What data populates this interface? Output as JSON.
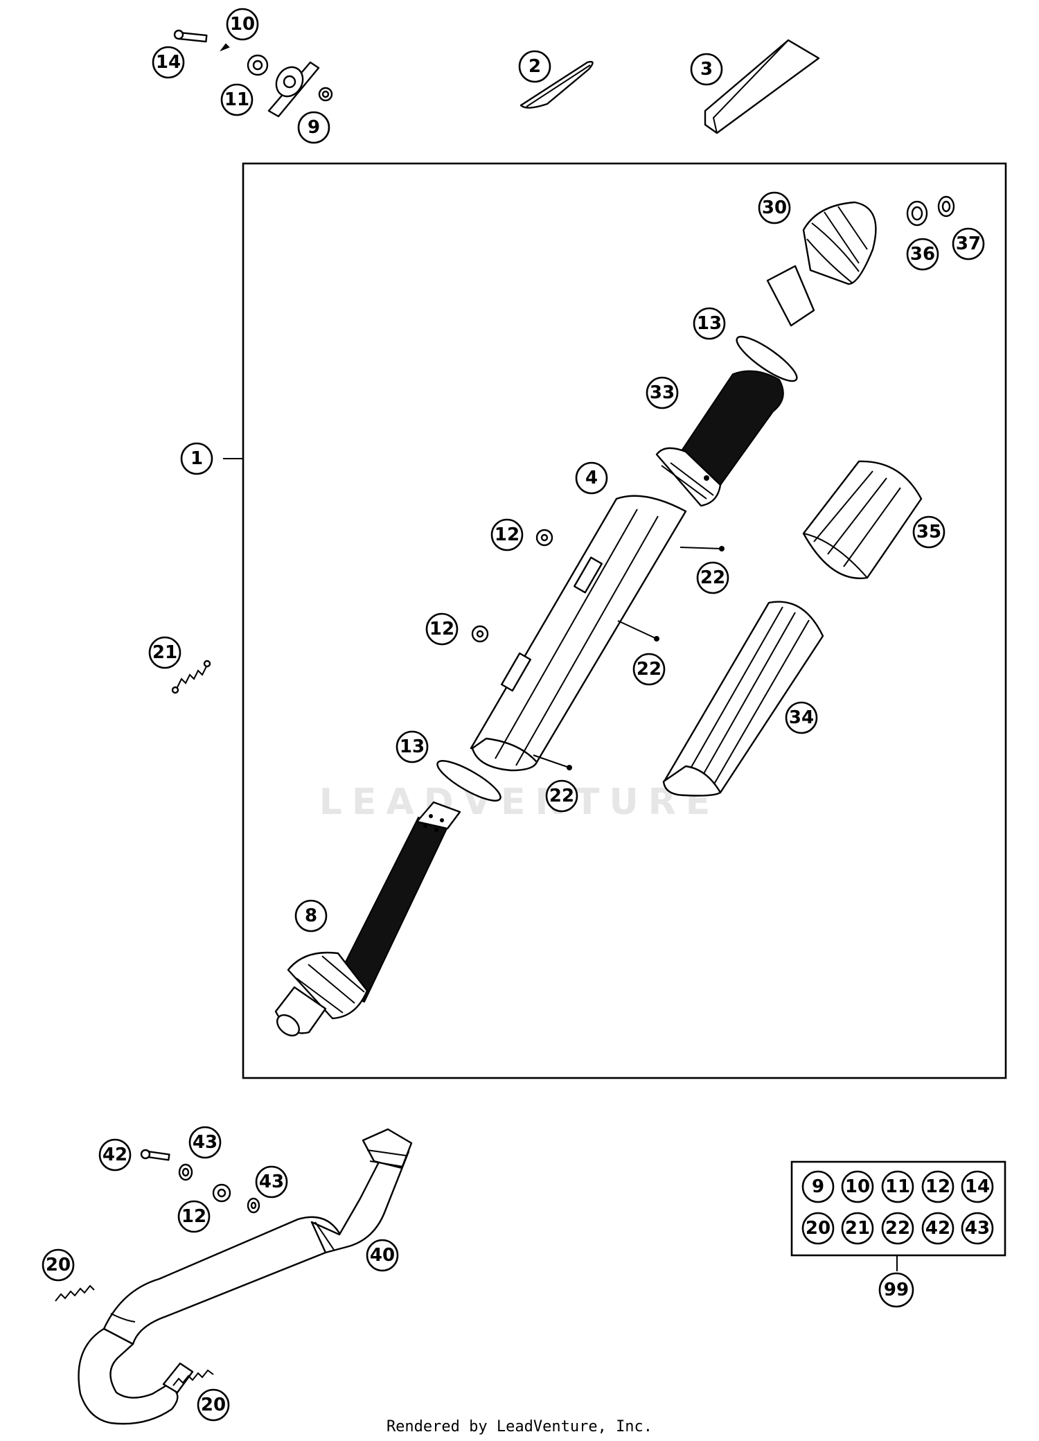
{
  "callouts": {
    "c1": "1",
    "c2": "2",
    "c3": "3",
    "c4": "4",
    "c8": "8",
    "c9": "9",
    "c10": "10",
    "c11": "11",
    "c12a": "12",
    "c12b": "12",
    "c12c": "12",
    "c13a": "13",
    "c13b": "13",
    "c14": "14",
    "c20a": "20",
    "c20b": "20",
    "c21": "21",
    "c22a": "22",
    "c22b": "22",
    "c22c": "22",
    "c30": "30",
    "c33": "33",
    "c34": "34",
    "c35": "35",
    "c36": "36",
    "c37": "37",
    "c40": "40",
    "c42": "42",
    "c43a": "43",
    "c43b": "43",
    "c99": "99"
  },
  "kit_box": {
    "row1": [
      "9",
      "10",
      "11",
      "12",
      "14"
    ],
    "row2": [
      "20",
      "21",
      "22",
      "42",
      "43"
    ]
  },
  "watermark": "LEADVENTURE",
  "footer": "Rendered by LeadVenture, Inc."
}
